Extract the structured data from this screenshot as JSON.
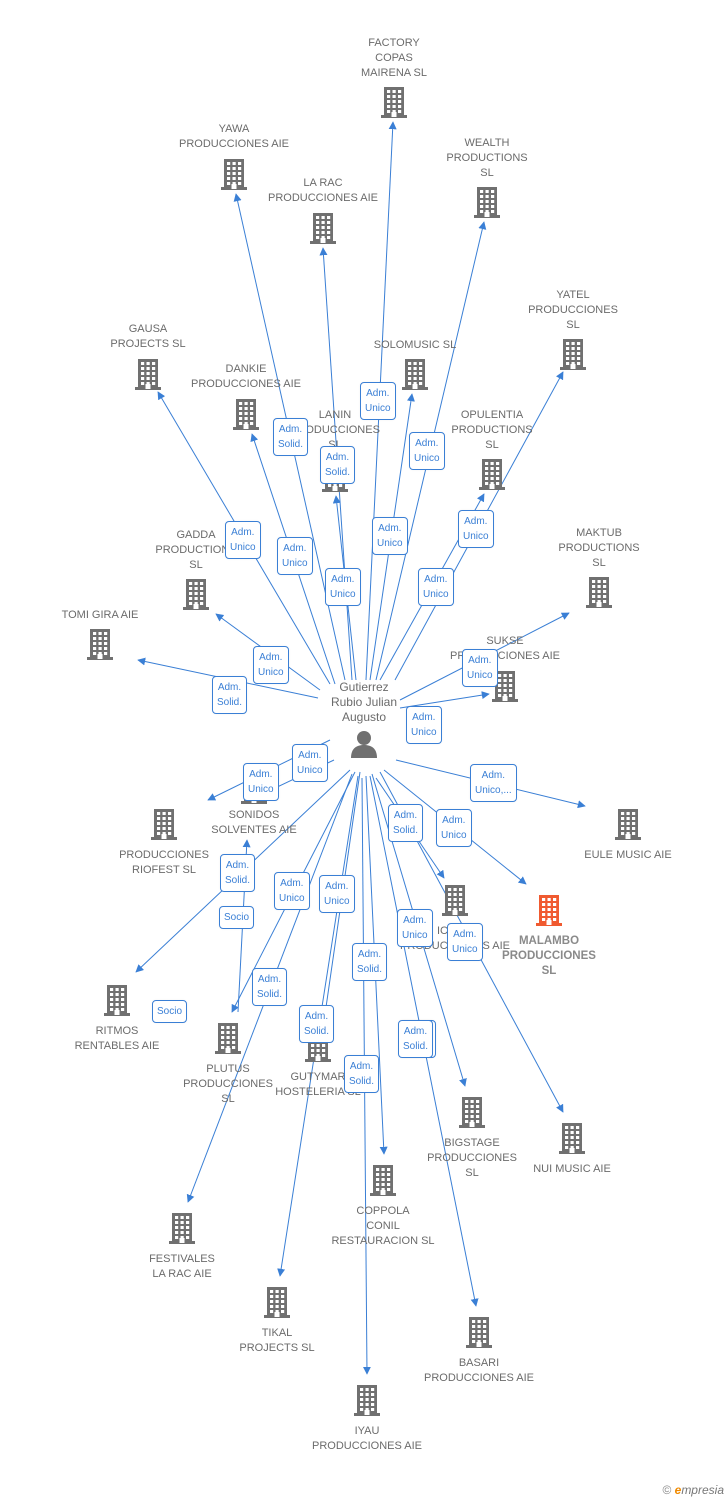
{
  "center": {
    "label_lines": [
      "Gutierrez",
      "Rubio Julian",
      "Augusto"
    ]
  },
  "colors": {
    "edge": "#3a7fd5",
    "building": "#707070",
    "highlight": "#f05a30",
    "text": "#6b6b6b"
  },
  "nodes": [
    {
      "id": "factory-copas",
      "label_lines": [
        "FACTORY",
        "COPAS",
        "MAIRENA SL"
      ]
    },
    {
      "id": "yawa",
      "label_lines": [
        "YAWA",
        "PRODUCCIONES AIE"
      ]
    },
    {
      "id": "wealth",
      "label_lines": [
        "WEALTH",
        "PRODUCTIONS",
        "SL"
      ]
    },
    {
      "id": "la-rac",
      "label_lines": [
        "LA RAC",
        "PRODUCCIONES AIE"
      ]
    },
    {
      "id": "yatel",
      "label_lines": [
        "YATEL",
        "PRODUCCIONES",
        "SL"
      ]
    },
    {
      "id": "gausa",
      "label_lines": [
        "GAUSA",
        "PROJECTS  SL"
      ]
    },
    {
      "id": "solomusic",
      "label_lines": [
        "SOLOMUSIC  SL"
      ]
    },
    {
      "id": "dankie",
      "label_lines": [
        "DANKIE",
        "PRODUCCIONES AIE"
      ]
    },
    {
      "id": "lanin",
      "label_lines": [
        "LANIN",
        "PRODUCCIONES",
        "SL"
      ]
    },
    {
      "id": "opulentia",
      "label_lines": [
        "OPULENTIA",
        "PRODUCTIONS",
        "SL"
      ]
    },
    {
      "id": "gadda",
      "label_lines": [
        "GADDA",
        "PRODUCTIONS",
        "SL"
      ]
    },
    {
      "id": "maktub",
      "label_lines": [
        "MAKTUB",
        "PRODUCTIONS",
        "SL"
      ]
    },
    {
      "id": "tomi-gira",
      "label_lines": [
        "TOMI GIRA AIE"
      ]
    },
    {
      "id": "sukse",
      "label_lines": [
        "SUKSE",
        "PRODUCCIONES AIE"
      ]
    },
    {
      "id": "sonidos",
      "label_lines": [
        "SONIDOS",
        "SOLVENTES AIE"
      ]
    },
    {
      "id": "riofest",
      "label_lines": [
        "PRODUCCIONES",
        "RIOFEST  SL"
      ]
    },
    {
      "id": "eule",
      "label_lines": [
        "EULE MUSIC AIE"
      ]
    },
    {
      "id": "malambo",
      "label_lines": [
        "MALAMBO",
        "PRODUCCIONES",
        "SL"
      ],
      "highlight": true
    },
    {
      "id": "icono",
      "label_lines": [
        "ICONO",
        "PRODUCCIONES AIE"
      ]
    },
    {
      "id": "ritmos",
      "label_lines": [
        "RITMOS",
        "RENTABLES AIE"
      ]
    },
    {
      "id": "plutus",
      "label_lines": [
        "PLUTUS",
        "PRODUCCIONES",
        "SL"
      ]
    },
    {
      "id": "gutymar",
      "label_lines": [
        "GUTYMAR",
        "HOSTELERIA SL"
      ]
    },
    {
      "id": "bigstage",
      "label_lines": [
        "BIGSTAGE",
        "PRODUCCIONES",
        "SL"
      ]
    },
    {
      "id": "nui",
      "label_lines": [
        "NUI MUSIC AIE"
      ]
    },
    {
      "id": "coppola",
      "label_lines": [
        "COPPOLA",
        "CONIL",
        "RESTAURACION SL"
      ]
    },
    {
      "id": "festivales",
      "label_lines": [
        "FESTIVALES",
        "LA RAC AIE"
      ]
    },
    {
      "id": "tikal",
      "label_lines": [
        "TIKAL",
        "PROJECTS  SL"
      ]
    },
    {
      "id": "basari",
      "label_lines": [
        "BASARI",
        "PRODUCCIONES AIE"
      ]
    },
    {
      "id": "iyau",
      "label_lines": [
        "IYAU",
        "PRODUCCIONES AIE"
      ]
    }
  ],
  "roles": [
    [
      "Adm.",
      "Unico"
    ],
    [
      "Adm.",
      "Solid."
    ],
    [
      "Adm.",
      "Solid."
    ],
    [
      "Adm.",
      "Unico"
    ],
    [
      "Adm.",
      "Unico"
    ],
    [
      "Adm.",
      "Unico"
    ],
    [
      "Adm.",
      "Unico"
    ],
    [
      "Adm.",
      "Unico"
    ],
    [
      "Adm.",
      "Unico"
    ],
    [
      "Adm.",
      "Unico"
    ],
    [
      "Adm.",
      "Unico"
    ],
    [
      "Adm.",
      "Unico"
    ],
    [
      "Adm.",
      "Solid."
    ],
    [
      "Adm.",
      "Unico"
    ],
    [
      "Adm.",
      "Unico"
    ],
    [
      "Adm.",
      "Unico"
    ],
    [
      "Adm.",
      "Unico,..."
    ],
    [
      "Adm.",
      "Solid."
    ],
    [
      "Adm.",
      "Solid."
    ],
    [
      "Adm.",
      "Unico"
    ],
    [
      "Adm.",
      "Unico"
    ],
    [
      "Socio"
    ],
    [
      "Adm.",
      "Unico"
    ],
    [
      "Adm.",
      "Unico"
    ],
    [
      "Adm.",
      "Unico"
    ],
    [
      "Adm.",
      "Solid."
    ],
    [
      "Adm.",
      "Solid."
    ],
    [
      "Socio"
    ],
    [
      "Adm.",
      "Solid."
    ],
    [
      "Adm.",
      "Unico"
    ],
    [
      "Adm.",
      "Solid."
    ],
    [
      "Adm.",
      "Solid."
    ]
  ],
  "watermark": {
    "symbol": "©",
    "brand_initial": "e",
    "brand_rest": "mpresia"
  }
}
